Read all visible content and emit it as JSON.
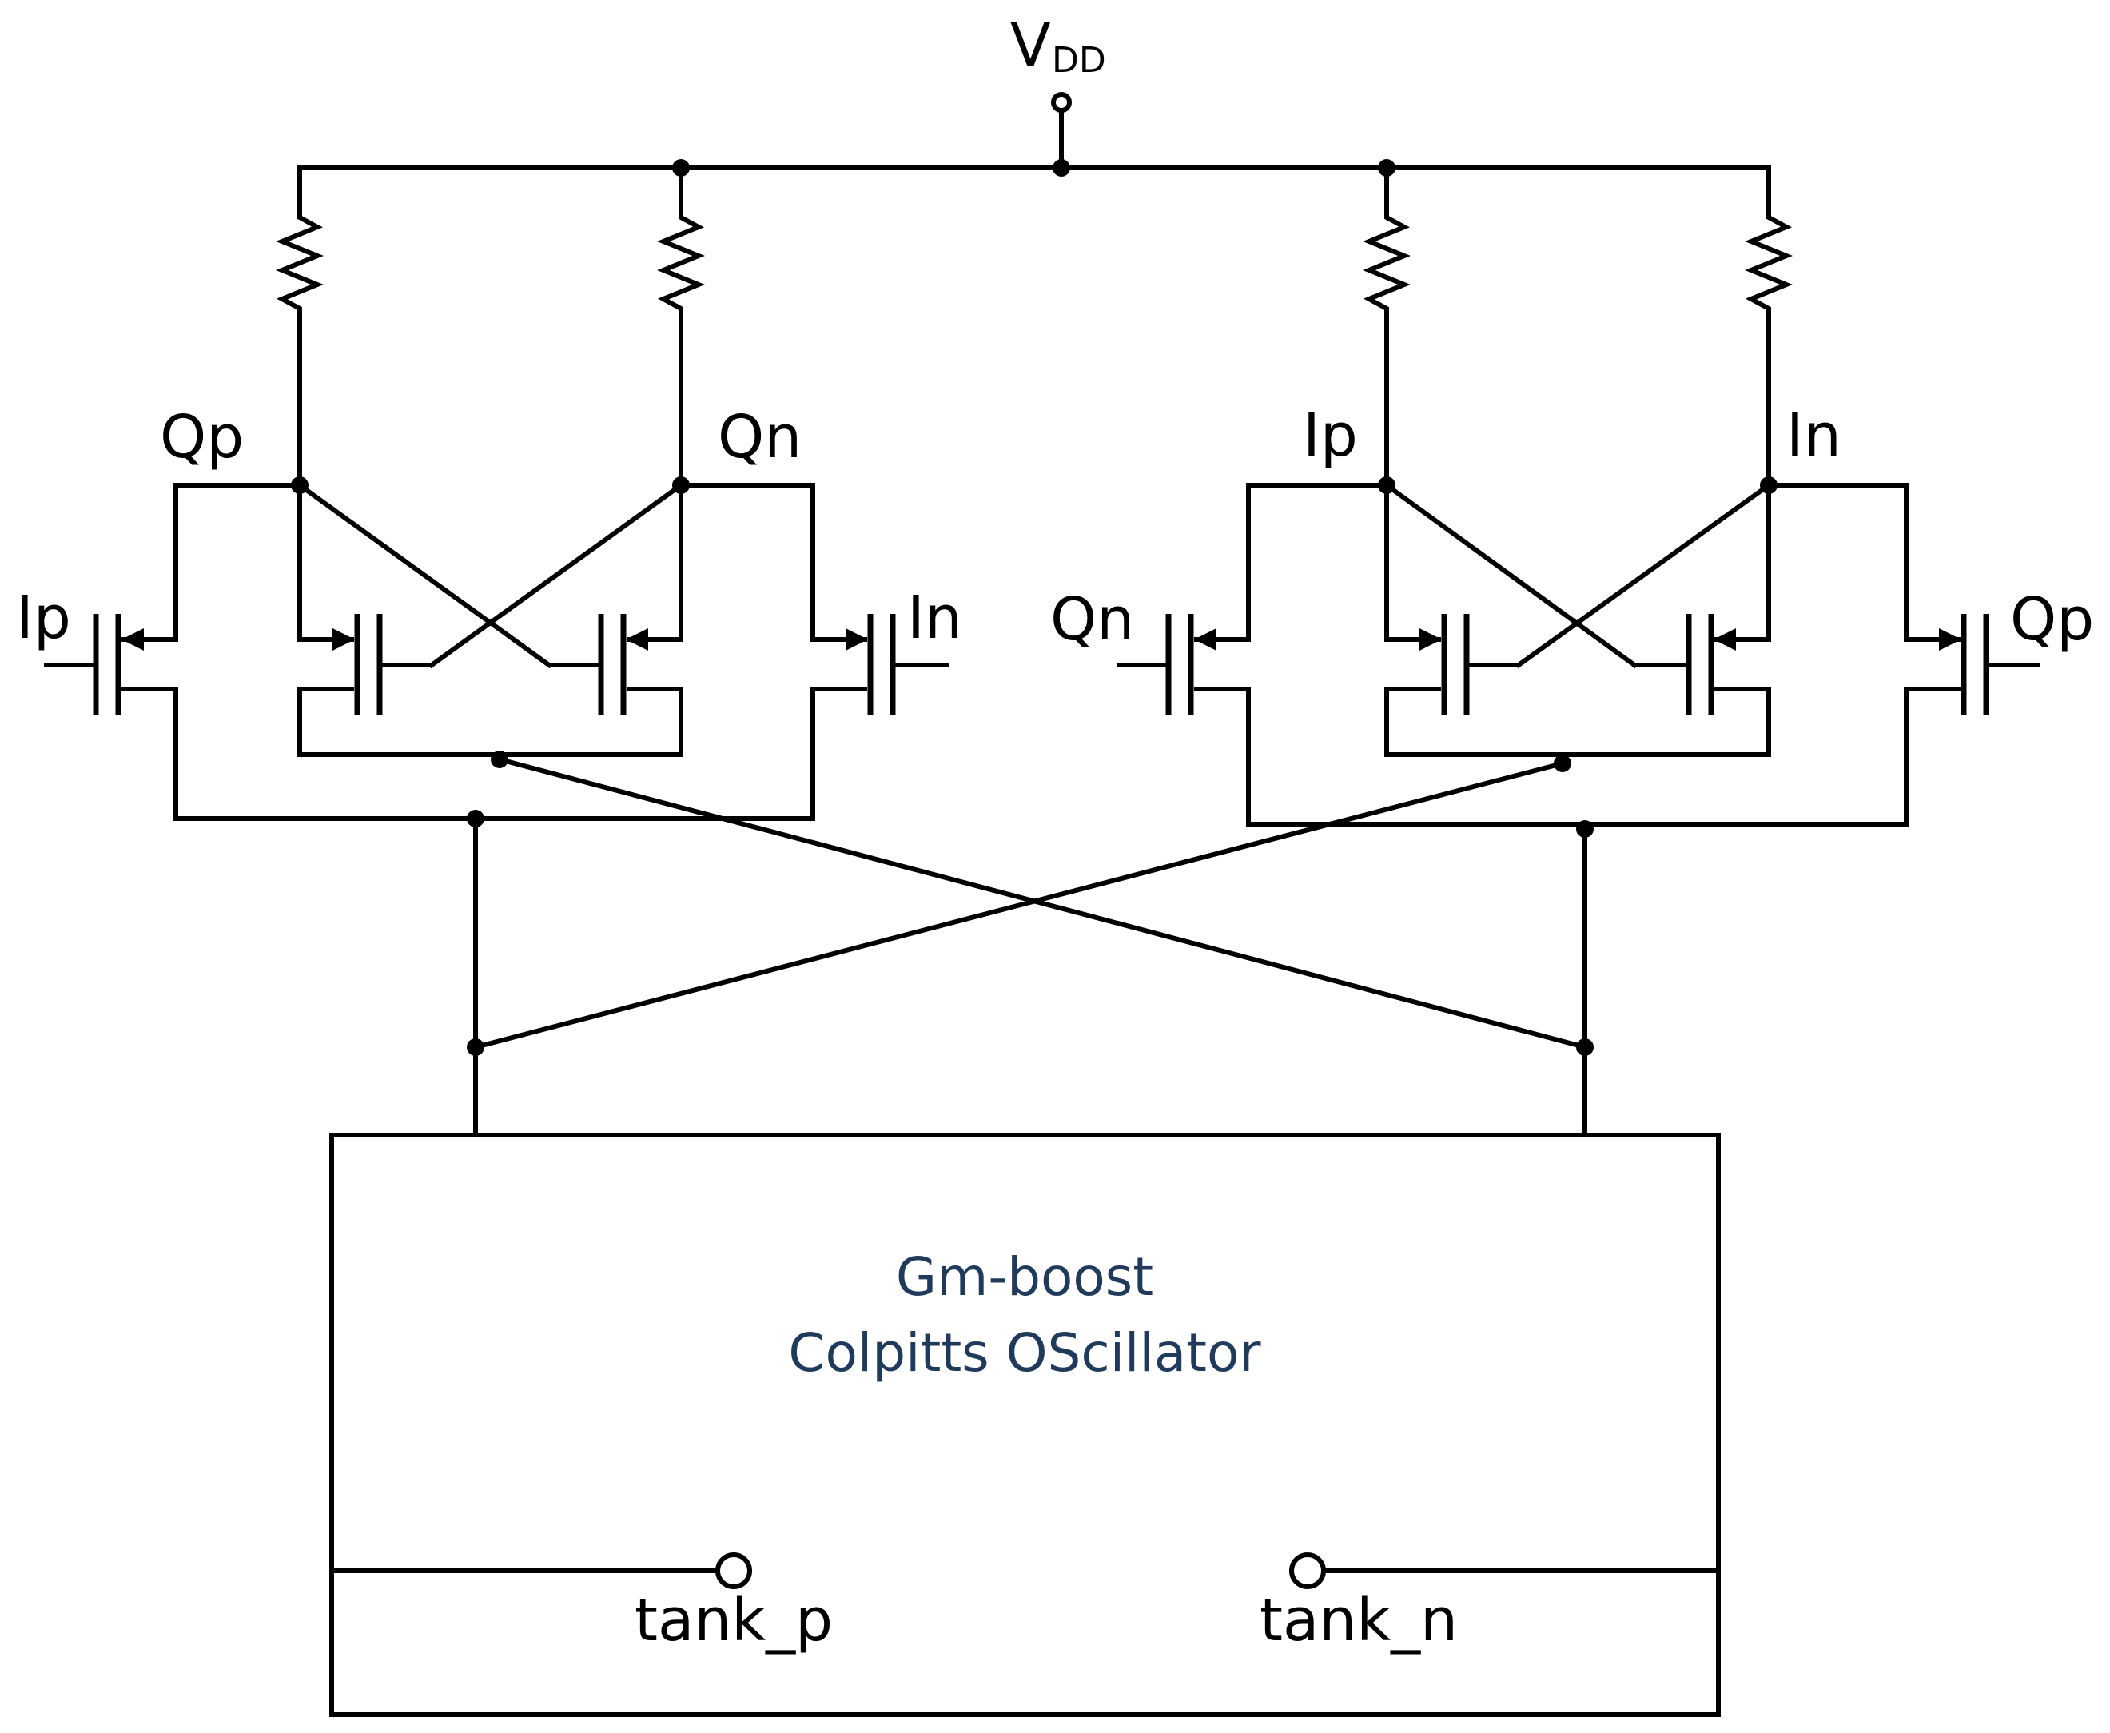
{
  "supply": {
    "main": "V",
    "sub": "DD"
  },
  "nodes": {
    "left_q_p": "Qp",
    "left_q_n": "Qn",
    "right_i_p": "Ip",
    "right_i_n": "In"
  },
  "inputs": {
    "left_outer_left": "Ip",
    "left_outer_right": "In",
    "right_outer_left": "Qn",
    "right_outer_right": "Qp"
  },
  "block": {
    "line1": "Gm-boost",
    "line2": "Colpitts OScillator"
  },
  "ports": {
    "p": "tank_p",
    "n": "tank_n"
  }
}
